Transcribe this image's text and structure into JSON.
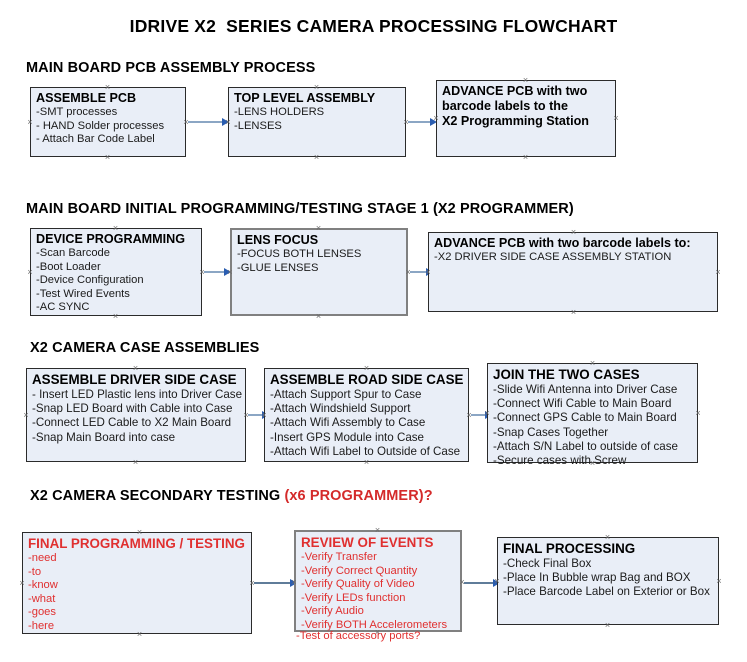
{
  "document": {
    "title": "IDRIVE X2  SERIES CAMERA PROCESSING FLOWCHART"
  },
  "sections": [
    {
      "id": "main-board-pcb-assembly",
      "title": "MAIN BOARD PCB ASSEMBLY PROCESS",
      "title_accent": ""
    },
    {
      "id": "main-board-initial-programming",
      "title": "MAIN BOARD INITIAL PROGRAMMING/TESTING STAGE 1 (X2 PROGRAMMER)",
      "title_accent": ""
    },
    {
      "id": "x2-camera-case-assemblies",
      "title": "X2 CAMERA CASE ASSEMBLIES",
      "title_accent": ""
    },
    {
      "id": "x2-camera-secondary-testing",
      "title": "X2 CAMERA SECONDARY TESTING ",
      "title_accent": "(x6 PROGRAMMER)?"
    }
  ],
  "boxes": {
    "assemble_pcb": {
      "header": "ASSEMBLE PCB",
      "lines": [
        "-SMT processes",
        "- HAND Solder processes",
        "- Attach Bar Code Label"
      ]
    },
    "top_level_assembly": {
      "header": "TOP LEVEL ASSEMBLY",
      "lines": [
        "-LENS HOLDERS",
        "-LENSES"
      ]
    },
    "advance_pcb_station": {
      "header_lines": [
        "ADVANCE PCB with two",
        "barcode labels to the",
        " X2 Programming Station"
      ]
    },
    "device_programming": {
      "header": "DEVICE PROGRAMMING",
      "lines": [
        "-Scan Barcode",
        "-Boot Loader",
        "-Device Configuration",
        "-Test Wired Events",
        "-AC SYNC"
      ]
    },
    "lens_focus": {
      "header": "LENS FOCUS",
      "lines": [
        "-FOCUS BOTH LENSES",
        "-GLUE LENSES"
      ]
    },
    "advance_pcb_driver_side": {
      "header": "ADVANCE PCB with two barcode labels to:",
      "lines": [
        "-X2 DRIVER  SIDE  CASE  ASSEMBLY STATION"
      ]
    },
    "assemble_driver_side_case": {
      "header": "ASSEMBLE DRIVER SIDE CASE",
      "lines": [
        "- Insert LED Plastic lens into Driver Case",
        "-Snap LED Board with Cable into Case",
        "-Connect LED Cable to X2 Main Board",
        "-Snap Main Board into case"
      ]
    },
    "assemble_road_side_case": {
      "header": "ASSEMBLE ROAD SIDE CASE",
      "lines": [
        "-Attach Support Spur to Case",
        "-Attach Windshield Support",
        "-Attach Wifi Assembly to Case",
        "-Insert GPS Module into Case",
        "-Attach Wifi Label to Outside of Case"
      ]
    },
    "join_the_two_cases": {
      "header": "JOIN THE TWO CASES",
      "lines": [
        "-Slide Wifi Antenna into Driver Case",
        "-Connect Wifi Cable to Main Board",
        "-Connect GPS Cable to Main Board",
        "-Snap Cases Together",
        "-Attach S/N Label to outside of case",
        "-Secure cases with Screw"
      ]
    },
    "final_programming_testing": {
      "header": "FINAL PROGRAMMING / TESTING",
      "lines": [
        "-need",
        "-to",
        "-know",
        "-what",
        "-goes",
        "-here"
      ]
    },
    "review_of_events": {
      "header": "REVIEW OF EVENTS",
      "lines": [
        "-Verify Transfer",
        "-Verify Correct Quantity",
        "-Verify Quality of Video",
        "-Verify LEDs function",
        "-Verify Audio",
        "-Verify BOTH Accelerometers"
      ],
      "overflow_line": "-Test of accessory ports?"
    },
    "final_processing": {
      "header": "FINAL PROCESSING",
      "lines": [
        " -Check Final Box",
        "-Place In Bubble wrap Bag and BOX",
        "-Place Barcode Label on Exterior or Box"
      ]
    }
  },
  "colors": {
    "box_fill": "#e9eef7",
    "box_border": "#2b2b2b",
    "box_border_thick": "#808080",
    "connector": "#8ba6c4",
    "arrow": "#2a5db0",
    "red_text": "#e03030",
    "accent_red": "#d42a2a",
    "text": "#111111"
  }
}
